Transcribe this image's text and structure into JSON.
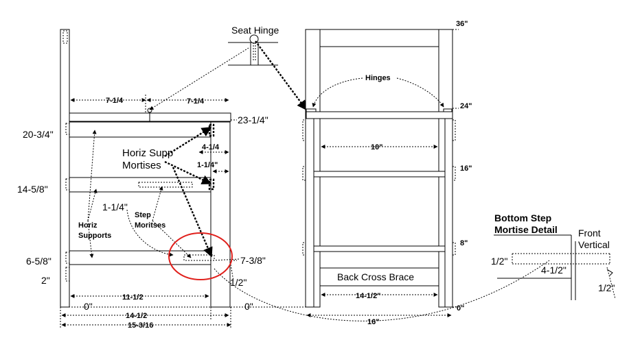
{
  "labels": {
    "seat_hinge": "Seat Hinge",
    "hinges": "Hinges",
    "horiz_supp_mortises_1": "Horiz Supp",
    "horiz_supp_mortises_2": "Mortises",
    "horiz_supports_1": "Horiz",
    "horiz_supports_2": "Supports",
    "step_moritses_1": "Step",
    "step_moritses_2": "Moritses",
    "back_cross_brace": "Back Cross Brace",
    "bottom_step_1": "Bottom Step",
    "bottom_step_2": "Mortise Detail",
    "front_vertical_1": "Front",
    "front_vertical_2": "Vertical"
  },
  "dims": {
    "d_7_1_4_a": "7-1/4",
    "d_7_1_4_b": "7-1/4",
    "d_23_1_4": "23-1/4\"",
    "d_20_3_4": "20-3/4\"",
    "d_4_1_4": "4-1/4",
    "d_1_1_4_small": "1-1/4\"",
    "d_14_5_8": "14-5/8\"",
    "d_1_1_4": "1-1/4\"",
    "d_6_5_8": "6-5/8\"",
    "d_7_3_8": "7-3/8\"",
    "d_2": "2\"",
    "d_1_2_side": "1/2\"",
    "d_11_1_2": "11-1/2",
    "d_0_left": "0\"",
    "d_0_mid": "0\"",
    "d_14_1_2_left": "14-1/2",
    "d_15_3_16": "15-3/16",
    "d_36": "36\"",
    "d_24": "24\"",
    "d_10": "10\"",
    "d_16_side": "16\"",
    "d_8": "8\"",
    "d_14_1_2_right": "14-1/2\"",
    "d_0_right": "0\"",
    "d_16_bottom": "16\"",
    "d_1_2_detail": "1/2\"",
    "d_4_1_2": "4-1/2\"",
    "d_1_2_detail_b": "1/2\""
  }
}
